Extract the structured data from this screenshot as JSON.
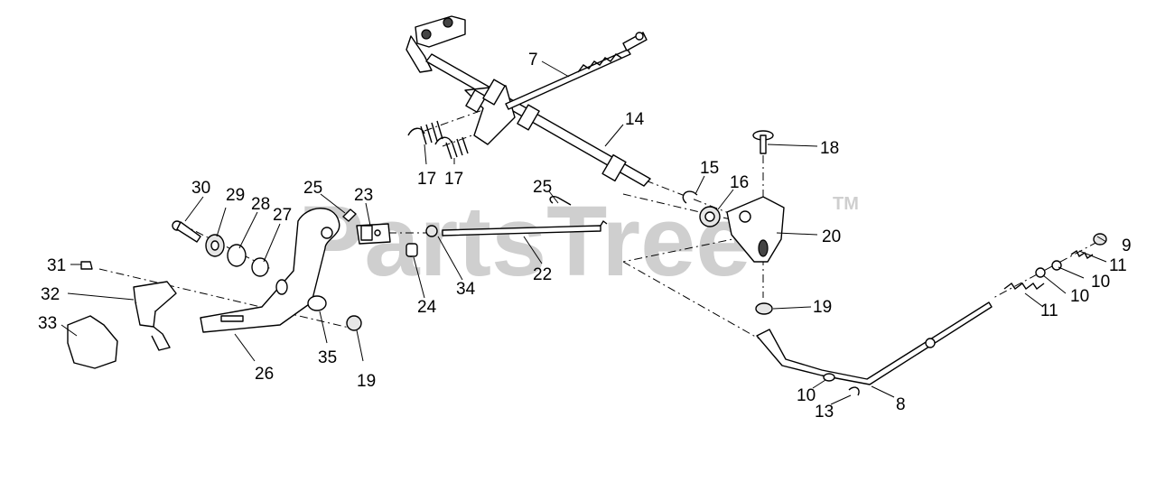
{
  "watermark": {
    "text": "PartsTree",
    "tm": "TM",
    "color": "#c8c8c8"
  },
  "callouts": [
    "7",
    "14",
    "17",
    "17",
    "18",
    "15",
    "16",
    "25",
    "30",
    "29",
    "28",
    "27",
    "25",
    "23",
    "20",
    "9",
    "11",
    "10",
    "10",
    "11",
    "31",
    "32",
    "33",
    "24",
    "34",
    "22",
    "19",
    "35",
    "19",
    "26",
    "10",
    "13",
    "8"
  ]
}
